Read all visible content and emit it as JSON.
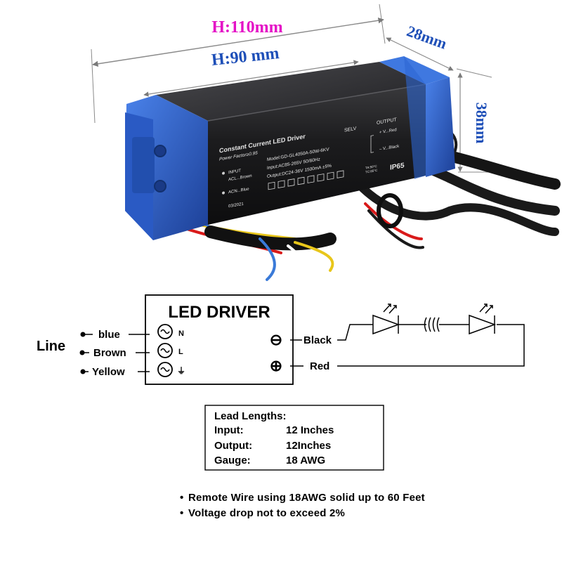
{
  "dimensions": {
    "height_label": "H:110mm",
    "length_label": "H:90 mm",
    "width_label": "28mm",
    "depth_label": "38mm",
    "height_label_color": "#e412c6",
    "length_label_color": "#1e4fb8",
    "width_label_color": "#1e4fb8",
    "depth_label_color": "#1e4fb8"
  },
  "product": {
    "brand_colors": {
      "body": "#1d1d1f",
      "cap": "#2f67d6",
      "cap_dark": "#1c3f96"
    },
    "title": "Constant Current LED Driver",
    "power_factor": "Power Factor≥0.95",
    "selv": "SELV",
    "input_label": "INPUT",
    "acl_label": "ACL...Brown",
    "acn_label": "ACN...Blue",
    "model": "Model:GD-GL4050A-50W-6KV",
    "input_spec": "Input:AC85-265V 50/60Hz",
    "output_spec": "Output:DC24-36V 1500mA ±5%",
    "date": "03/2021",
    "output_label": "OUTPUT",
    "out_red": "+ V...Red",
    "out_black": "– V...Black",
    "ip_rating": "IP65",
    "ta": "TA:50°C",
    "tc": "TC:85°C"
  },
  "wiring": {
    "driver_title": "LED DRIVER",
    "line_label": "Line",
    "inputs": [
      {
        "wire": "blue",
        "terminal": "N"
      },
      {
        "wire": "Brown",
        "terminal": "L"
      },
      {
        "wire": "Yellow",
        "terminal": "⏚"
      }
    ],
    "outputs": [
      {
        "wire": "Black",
        "polarity": "⊖"
      },
      {
        "wire": "Red",
        "polarity": "⊕"
      }
    ],
    "led_icon": "led-diode-icon",
    "break_icon": "wire-break-icon"
  },
  "lead_lengths": {
    "title": "Lead Lengths:",
    "rows": [
      {
        "label": "Input:",
        "value": "12 Inches"
      },
      {
        "label": "Output:",
        "value": "12Inches"
      },
      {
        "label": "Gauge:",
        "value": "18 AWG"
      }
    ]
  },
  "notes": [
    "Remote Wire using 18AWG solid up to 60 Feet",
    "Voltage drop not to exceed 2%"
  ]
}
